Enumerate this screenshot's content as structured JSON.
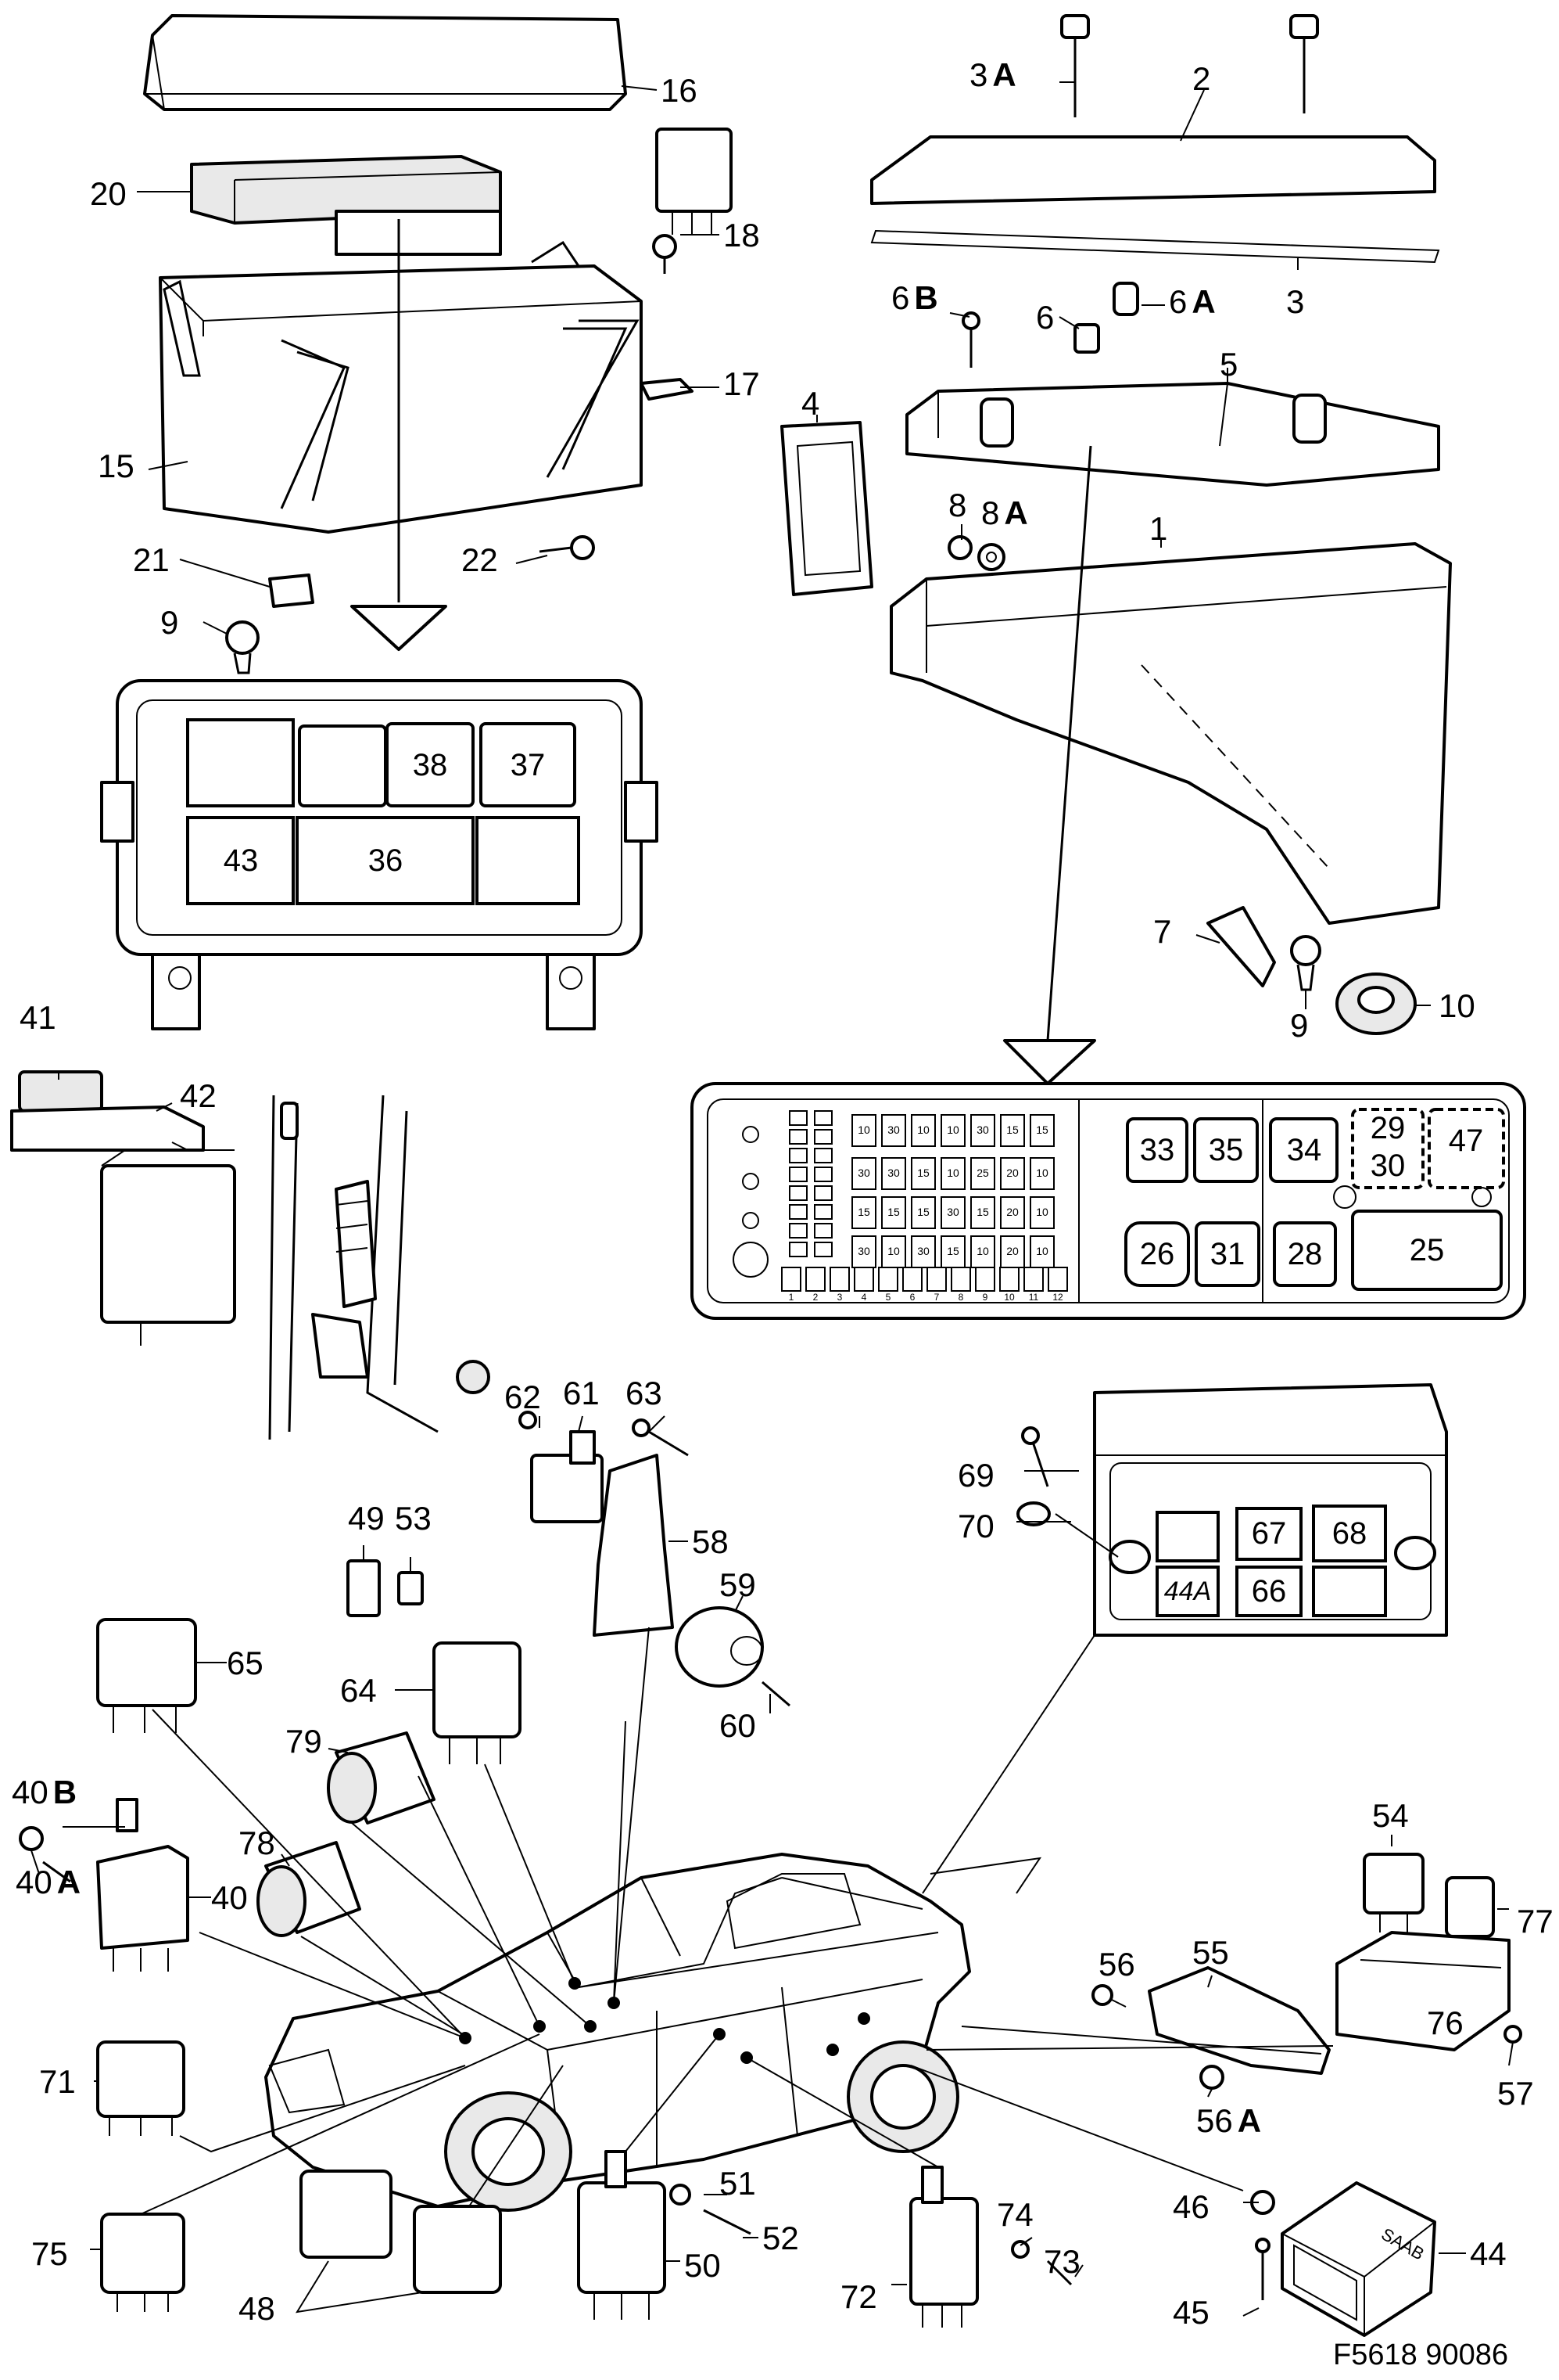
{
  "callouts": [
    {
      "id": "16",
      "text": "16"
    },
    {
      "id": "20",
      "text": "20"
    },
    {
      "id": "18",
      "text": "18"
    },
    {
      "id": "17",
      "text": "17"
    },
    {
      "id": "15",
      "text": "15"
    },
    {
      "id": "21",
      "text": "21"
    },
    {
      "id": "22",
      "text": "22"
    },
    {
      "id": "9a",
      "text": "9"
    },
    {
      "id": "3A",
      "text": "3",
      "bold": "A"
    },
    {
      "id": "2",
      "text": "2"
    },
    {
      "id": "3",
      "text": "3"
    },
    {
      "id": "6B",
      "text": "6",
      "bold": "B"
    },
    {
      "id": "6",
      "text": "6"
    },
    {
      "id": "6A",
      "text": "6",
      "bold": "A"
    },
    {
      "id": "5",
      "text": "5"
    },
    {
      "id": "4",
      "text": "4"
    },
    {
      "id": "8",
      "text": "8"
    },
    {
      "id": "8A",
      "text": "8",
      "bold": "A"
    },
    {
      "id": "1",
      "text": "1"
    },
    {
      "id": "7",
      "text": "7"
    },
    {
      "id": "9b",
      "text": "9"
    },
    {
      "id": "10",
      "text": "10"
    },
    {
      "id": "41",
      "text": "41"
    },
    {
      "id": "42",
      "text": "42"
    },
    {
      "id": "62",
      "text": "62"
    },
    {
      "id": "61",
      "text": "61"
    },
    {
      "id": "63",
      "text": "63"
    },
    {
      "id": "58",
      "text": "58"
    },
    {
      "id": "59",
      "text": "59"
    },
    {
      "id": "60",
      "text": "60"
    },
    {
      "id": "49",
      "text": "49"
    },
    {
      "id": "53",
      "text": "53"
    },
    {
      "id": "65",
      "text": "65"
    },
    {
      "id": "64",
      "text": "64"
    },
    {
      "id": "79",
      "text": "79"
    },
    {
      "id": "78",
      "text": "78"
    },
    {
      "id": "40B",
      "text": "40",
      "bold": "B"
    },
    {
      "id": "40",
      "text": "40"
    },
    {
      "id": "40A",
      "text": "40",
      "bold": "A"
    },
    {
      "id": "69",
      "text": "69"
    },
    {
      "id": "70",
      "text": "70"
    },
    {
      "id": "54",
      "text": "54"
    },
    {
      "id": "77",
      "text": "77"
    },
    {
      "id": "56",
      "text": "56"
    },
    {
      "id": "55",
      "text": "55"
    },
    {
      "id": "76",
      "text": "76"
    },
    {
      "id": "57",
      "text": "57"
    },
    {
      "id": "56A",
      "text": "56",
      "bold": "A"
    },
    {
      "id": "71",
      "text": "71"
    },
    {
      "id": "75",
      "text": "75"
    },
    {
      "id": "48",
      "text": "48"
    },
    {
      "id": "51",
      "text": "51"
    },
    {
      "id": "52",
      "text": "52"
    },
    {
      "id": "50",
      "text": "50"
    },
    {
      "id": "74",
      "text": "74"
    },
    {
      "id": "73",
      "text": "73"
    },
    {
      "id": "72",
      "text": "72"
    },
    {
      "id": "46",
      "text": "46"
    },
    {
      "id": "44",
      "text": "44"
    },
    {
      "id": "45",
      "text": "45"
    }
  ],
  "left_box_slots": [
    "38",
    "37",
    "43",
    "36"
  ],
  "right_box_slots": [
    "33",
    "35",
    "34",
    "29",
    "30",
    "47",
    "26",
    "31",
    "28",
    "25"
  ],
  "small_box_slots": [
    "67",
    "68",
    "44A",
    "66"
  ],
  "fuse_numbers_top": [
    "10",
    "30",
    "10",
    "10",
    "30",
    "15",
    "15"
  ],
  "fuse_numbers_mid1": [
    "30",
    "30",
    "15",
    "10",
    "25",
    "20",
    "10"
  ],
  "fuse_numbers_mid2": [
    "15",
    "15",
    "15",
    "30",
    "15",
    "20",
    "10"
  ],
  "fuse_numbers_bot": [
    "30",
    "10",
    "30",
    "15",
    "10",
    "20",
    "10"
  ],
  "fuse_positions": [
    "1",
    "2",
    "3",
    "4",
    "5",
    "6",
    "7",
    "8",
    "9",
    "10",
    "11",
    "12"
  ],
  "cover_brand": "SAAB",
  "figure_code": "F5618 90086"
}
